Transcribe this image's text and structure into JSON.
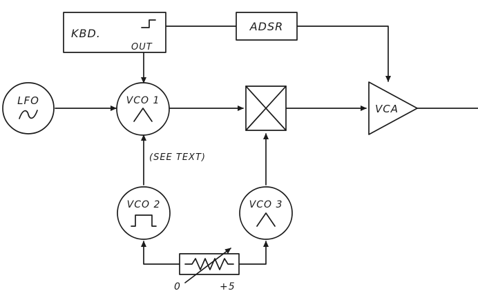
{
  "blocks": {
    "kbd": {
      "label": "KBD.",
      "output_label": "OUT"
    },
    "adsr": {
      "label": "ADSR"
    },
    "lfo": {
      "label": "LFO"
    },
    "vco1": {
      "label": "VCO 1"
    },
    "vco2": {
      "label": "VCO 2"
    },
    "vco3": {
      "label": "VCO 3"
    },
    "vca": {
      "label": "VCA"
    }
  },
  "annotations": {
    "see_text": "(SEE TEXT)",
    "pot_min": "0",
    "pot_max": "+5"
  },
  "colors": {
    "ink": "#1b1b1b",
    "paper": "#ffffff"
  }
}
